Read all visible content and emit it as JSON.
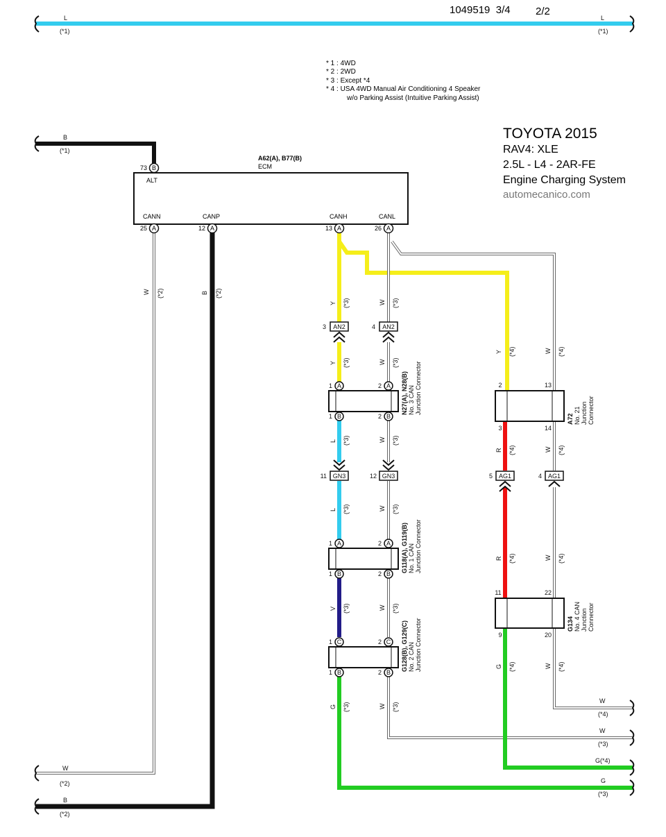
{
  "header": {
    "doc_id": "1049519",
    "fraction": "3/4",
    "page": "2/2"
  },
  "notes": [
    "* 1 : 4WD",
    "* 2 : 2WD",
    "* 3 : Except *4",
    "* 4 : USA 4WD Manual Air Conditioning 4 Speaker",
    "w/o Parking Assist (Intuitive Parking Assist)"
  ],
  "title": {
    "make": "TOYOTA 2015",
    "model": "RAV4: XLE",
    "engine": "2.5L - L4 - 2AR-FE",
    "system": "Engine Charging System",
    "site": "automecanico.com"
  },
  "colors": {
    "L": "#33ccee",
    "B": "#111111",
    "W": "#ffffff",
    "Y": "#f5ee1a",
    "R": "#ee1111",
    "G": "#22cc22",
    "V": "#221c88"
  },
  "ecm": {
    "name": "A62(A), B77(B)",
    "label": "ECM",
    "pins": {
      "alt": "ALT",
      "cann": "CANN",
      "canp": "CANP",
      "canh": "CANH",
      "canl": "CANL"
    },
    "pin_numbers": {
      "alt": "73",
      "cann": "25",
      "canp": "12",
      "canh": "13",
      "canl": "26"
    },
    "pin_letters": {
      "alt": "B",
      "cann": "A",
      "canp": "A",
      "canh": "A",
      "canl": "A"
    }
  },
  "wires": {
    "top_l": {
      "color": "L",
      "note": "(*1)"
    },
    "top_b": {
      "color": "B",
      "note": "(*1)"
    },
    "cann": {
      "color": "W",
      "note": "(*2)"
    },
    "canp": {
      "color": "B",
      "note": "(*2)"
    },
    "canh_1": {
      "color": "Y",
      "note": "(*3)"
    },
    "canl_1": {
      "color": "W",
      "note": "(*3)"
    },
    "canh_2": {
      "color": "Y",
      "note": "(*3)"
    },
    "canl_2": {
      "color": "W",
      "note": "(*3)"
    },
    "canh_3": {
      "color": "L",
      "note": "(*3)"
    },
    "canl_3": {
      "color": "W",
      "note": "(*3)"
    },
    "canh_4": {
      "color": "L",
      "note": "(*3)"
    },
    "canl_4": {
      "color": "W",
      "note": "(*3)"
    },
    "canh_5": {
      "color": "V",
      "note": "(*3)"
    },
    "canl_5": {
      "color": "W",
      "note": "(*3)"
    },
    "canh_6": {
      "color": "G",
      "note": "(*3)"
    },
    "canl_6": {
      "color": "W",
      "note": "(*3)"
    },
    "r_y": {
      "color": "Y",
      "note": "(*4)"
    },
    "r_w1": {
      "color": "W",
      "note": "(*4)"
    },
    "r_r1": {
      "color": "R",
      "note": "(*4)"
    },
    "r_w2": {
      "color": "W",
      "note": "(*4)"
    },
    "r_r2": {
      "color": "R",
      "note": "(*4)"
    },
    "r_w3": {
      "color": "W",
      "note": "(*4)"
    },
    "r_g": {
      "color": "G",
      "note": "(*4)"
    },
    "r_w4": {
      "color": "W",
      "note": "(*4)"
    },
    "out_w4": {
      "color": "W",
      "note": "(*4)"
    },
    "out_w3": {
      "color": "W",
      "note": "(*3)"
    },
    "out_g4": {
      "label": "G(*4)"
    },
    "out_g3": {
      "color": "G",
      "note": "(*3)"
    },
    "bot_w": {
      "color": "W",
      "note": "(*2)"
    },
    "bot_b": {
      "color": "B",
      "note": "(*2)"
    }
  },
  "connectors": {
    "an2": {
      "name": "AN2",
      "pin_h": "3",
      "pin_l": "4"
    },
    "gn3": {
      "name": "GN3",
      "pin_h": "11",
      "pin_l": "12"
    },
    "ag1": {
      "name": "AG1",
      "pin_r": "5",
      "pin_w": "4"
    }
  },
  "junctions": {
    "n27": {
      "code": "N27(A), N28(B)",
      "line2": "No. 3 CAN",
      "line3": "Junction Connector",
      "pins": {
        "tl": "1",
        "tl_l": "A",
        "tr": "2",
        "tr_l": "A",
        "bl": "1",
        "bl_l": "B",
        "br": "2",
        "br_l": "B"
      }
    },
    "g118": {
      "code": "G118(A), G119(B)",
      "line2": "No. 1 CAN",
      "line3": "Junction Connector",
      "pins": {
        "tl": "1",
        "tl_l": "A",
        "tr": "2",
        "tr_l": "A",
        "bl": "1",
        "bl_l": "B",
        "br": "2",
        "br_l": "B"
      }
    },
    "g128": {
      "code": "G128(B), G129(C)",
      "line2": "No. 2 CAN",
      "line3": "Junction Connector",
      "pins": {
        "tl": "1",
        "tl_l": "C",
        "tr": "2",
        "tr_l": "C",
        "bl": "1",
        "bl_l": "B",
        "br": "2",
        "br_l": "B"
      }
    },
    "a72": {
      "code": "A72",
      "line2": "No. 21",
      "line3": "Junction",
      "line4": "Connector",
      "pins": {
        "tl": "2",
        "tr": "13",
        "bl": "3",
        "br": "14"
      }
    },
    "g134": {
      "code": "G134",
      "line2": "No. 4 CAN",
      "line3": "Junction",
      "line4": "Connector",
      "pins": {
        "tl": "11",
        "tr": "22",
        "bl": "9",
        "br": "20"
      }
    }
  }
}
